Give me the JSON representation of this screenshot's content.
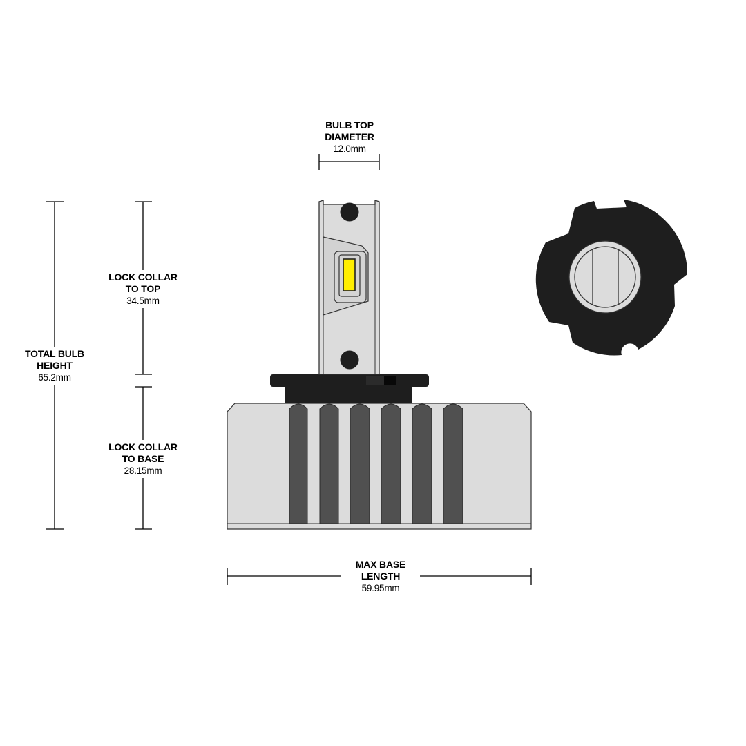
{
  "dimensions": {
    "bulb_top": {
      "title_line1": "BULB TOP",
      "title_line2": "DIAMETER",
      "value": "12.0mm"
    },
    "collar_top": {
      "title_line1": "LOCK COLLAR",
      "title_line2": "TO TOP",
      "value": "34.5mm"
    },
    "total_height": {
      "title_line1": "TOTAL BULB",
      "title_line2": "HEIGHT",
      "value": "65.2mm"
    },
    "collar_base": {
      "title_line1": "LOCK COLLAR",
      "title_line2": "TO BASE",
      "value": "28.15mm"
    },
    "base_length": {
      "title_line1": "MAX BASE",
      "title_line2": "LENGTH",
      "value": "59.95mm"
    }
  },
  "colors": {
    "body": "#dcdcdc",
    "collar": "#1e1e1e",
    "fin": "#505050",
    "chip": "#ffee00",
    "outline": "#333333",
    "line": "#000000"
  }
}
